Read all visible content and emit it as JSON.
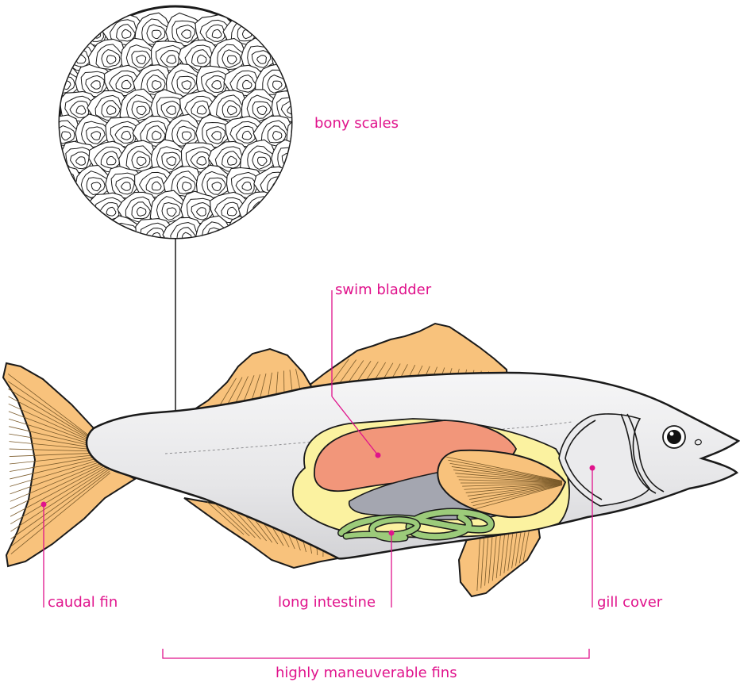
{
  "labels": {
    "bony_scales": "bony scales",
    "swim_bladder": "swim bladder",
    "caudal_fin": "caudal fin",
    "long_intestine": "long intestine",
    "gill_cover": "gill cover",
    "fins": "highly maneuverable fins"
  },
  "colors": {
    "label": "#e0138c",
    "fin": "#f8c27c",
    "body": "#e4e4e6",
    "swim_bladder": "#f2967a",
    "fat": "#fbf2a0",
    "liver": "#a4a6b0",
    "intestine": "#9ccb7a",
    "outline": "#1a1a1a"
  }
}
